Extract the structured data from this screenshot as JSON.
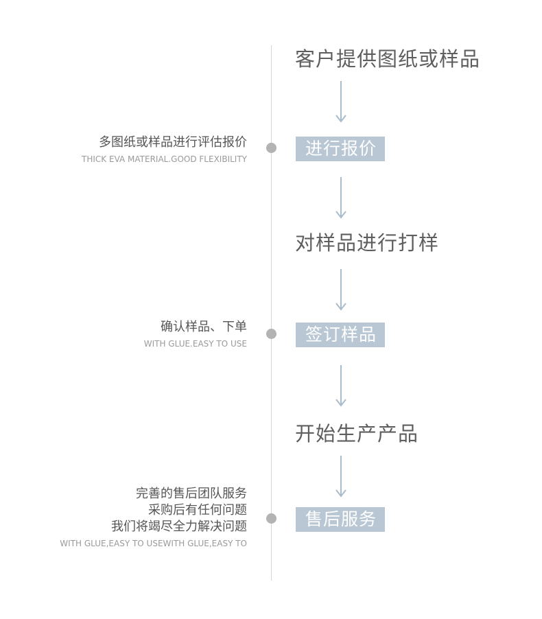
{
  "flow": {
    "step1": "客户提供图纸或样品",
    "step2": "进行报价",
    "step3": "对样品进行打样",
    "step4": "签订样品",
    "step5": "开始生产产品",
    "step6": "售后服务"
  },
  "notes": {
    "note1": {
      "cn": "多图纸或样品进行评估报价",
      "en": "THICK EVA MATERIAL.GOOD FLEXIBILITY"
    },
    "note2": {
      "cn": "确认样品、下单",
      "en": "WITH GLUE.EASY TO USE"
    },
    "note3": {
      "cn_lines": [
        "完善的售后团队服务",
        "采购后有任何问题",
        "我们将竭尽全力解决问题"
      ],
      "en": "WITH GLUE,EASY TO USEWITH GLUE,EASY TO"
    }
  },
  "colors": {
    "box": "#b8c7d3",
    "arrow": "#a9bccb",
    "line": "#d6d6d6",
    "dot": "#b3b3b3"
  }
}
